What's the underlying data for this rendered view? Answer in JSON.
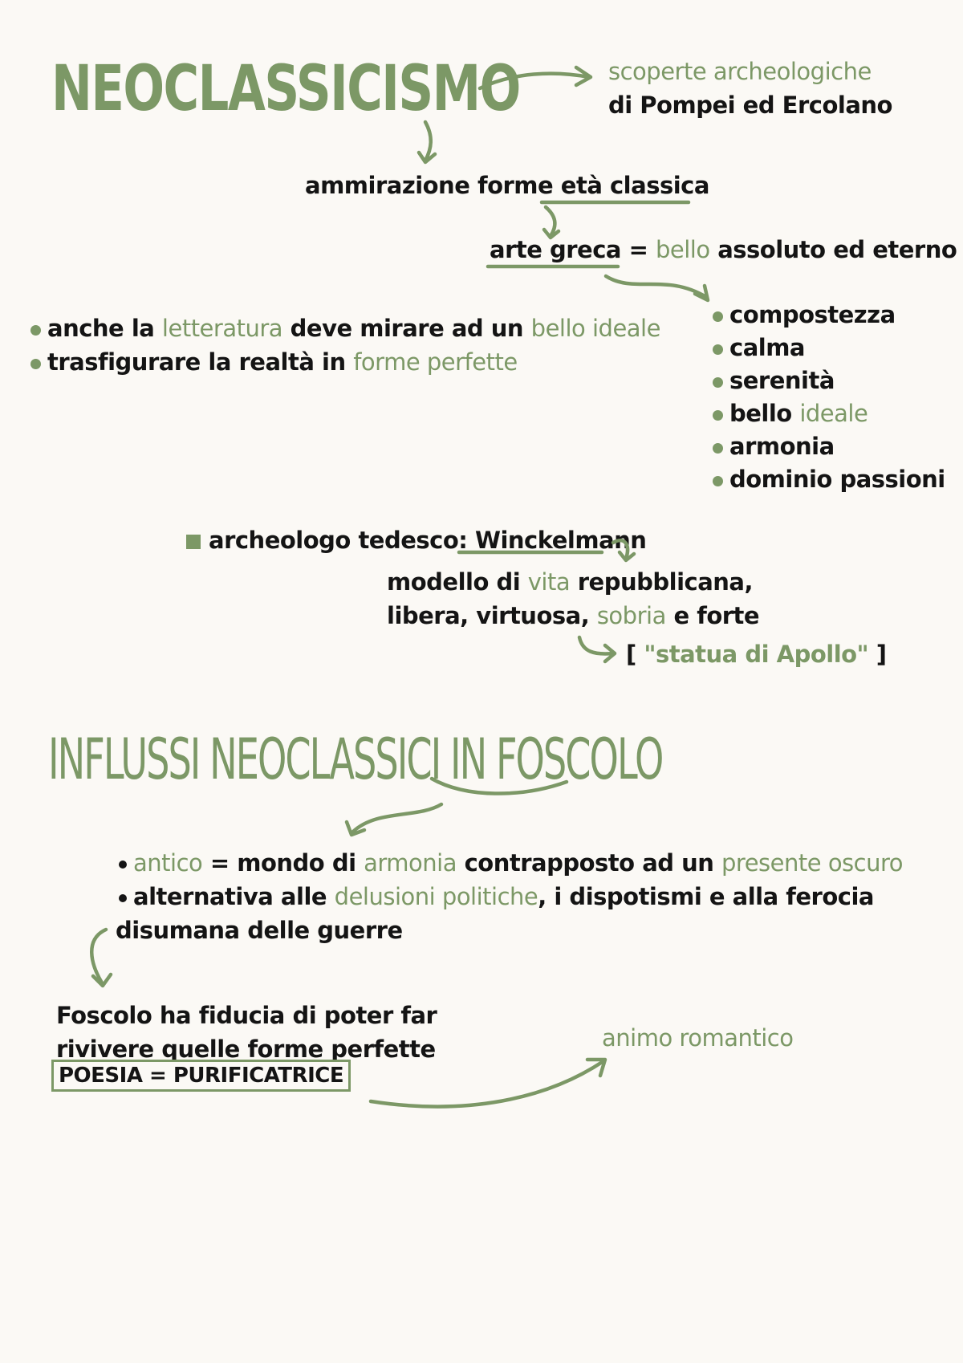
{
  "section1": {
    "title": "NEOCLASSICISMO",
    "scoperte_line1": "scoperte archeologiche",
    "scoperte_line2": "di Pompei ed Ercolano",
    "ammirazione_a": "ammirazione forme ",
    "ammirazione_b": "età classica",
    "arte_a": "arte greca",
    "arte_eq": " = ",
    "arte_b": "bello",
    "arte_c": " assoluto ed eterno",
    "left_bullets": [
      {
        "a": "anche la ",
        "b": "letteratura",
        "c": " deve mirare ad un ",
        "d": "bello ideale"
      },
      {
        "a": "trasfigurare la realtà in ",
        "b": "forme perfette"
      }
    ],
    "qualities": [
      {
        "a": "compostezza"
      },
      {
        "a": "calma"
      },
      {
        "a": "serenità"
      },
      {
        "a": "bello ",
        "b": "ideale"
      },
      {
        "a": "armonia"
      },
      {
        "a": "dominio passioni"
      }
    ],
    "winck_a": "archeologo tedesco: ",
    "winck_b": "Winckelmann",
    "modello_line1_a": "modello di ",
    "modello_line1_b": "vita",
    "modello_line1_c": " repubblicana,",
    "modello_line2_a": "libera, virtuosa, ",
    "modello_line2_b": "sobria",
    "modello_line2_c": " e forte",
    "statua_open": "[ ",
    "statua": "\"statua di Apollo\"",
    "statua_close": " ]"
  },
  "section2": {
    "title": "INFLUSSI NEOCLASSICI IN FOSCOLO",
    "title_a": "INFLUSSI NEOCLASSICI IN ",
    "title_b": "FOSCOLO",
    "b1": {
      "a": "antico",
      "b": " = mondo di ",
      "c": "armonia",
      "d": " contrapposto ad un ",
      "e": "presente oscuro"
    },
    "b2": {
      "a": "alternativa alle ",
      "b": "delusioni politiche",
      "c": ", i dispotismi e alla ferocia"
    },
    "b2_line2": "disumana delle guerre",
    "fiducia_line1": "Foscolo ha fiducia di poter far",
    "fiducia_line2": "rivivere quelle forme perfette",
    "poesia": "POESIA = PURIFICATRICE",
    "animo": "animo romantico"
  },
  "colors": {
    "accent": "#7c9866",
    "text": "#141414",
    "background": "#fbf9f5"
  }
}
